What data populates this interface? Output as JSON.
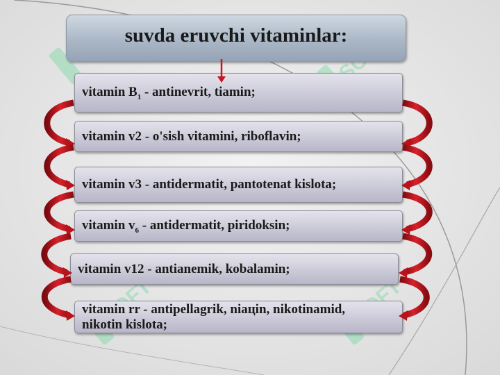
{
  "title": "suvda eruvchi vitaminlar:",
  "watermark": "SOFT",
  "items": [
    {
      "pre": "vitamin B",
      "sub": "1",
      "post": " - antinevrit, tiamin;"
    },
    {
      "pre": "vitamin v2 - o'sish vitamini, riboflavin;",
      "sub": "",
      "post": ""
    },
    {
      "pre": "vitamin v3 - antidermatit, pantotenat kislota;",
      "sub": "",
      "post": ""
    },
    {
      "pre": "vitamin v",
      "sub": "6",
      "post": " - antidermatit, piridoksin;"
    },
    {
      "pre": "vitamin v12 - antianemik, kobalamin;",
      "sub": "",
      "post": ""
    },
    {
      "pre": "vitamin rr - antipellagrik, niaцin, nikotinamid, nikotin kislota;",
      "sub": "",
      "post": ""
    }
  ],
  "colors": {
    "arrow_red": "#c8141c",
    "watermark_green": "#8fd9b0",
    "title_blue": "#aab7c6"
  }
}
